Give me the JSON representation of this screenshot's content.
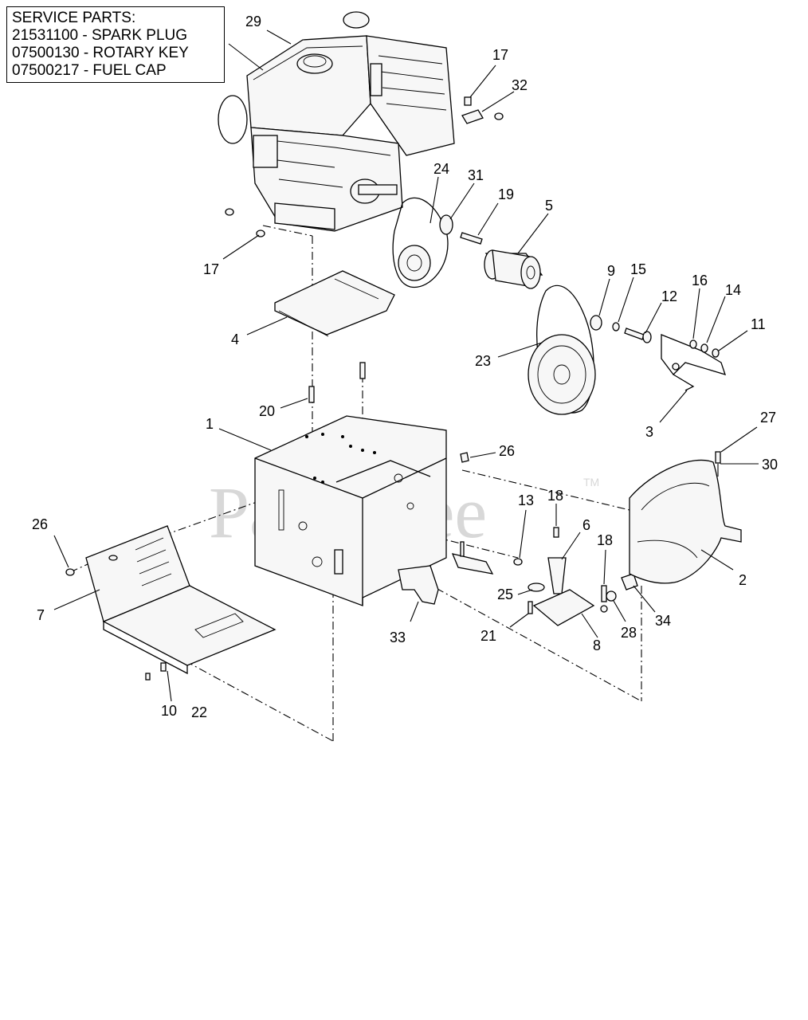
{
  "service_parts": {
    "heading": "SERVICE PARTS:",
    "items": [
      "21531100 - SPARK PLUG",
      "07500130 - ROTARY KEY",
      "07500217 - FUEL CAP"
    ]
  },
  "watermark": {
    "text": "PartsTree",
    "tm": "TM"
  },
  "callouts": {
    "c29": "29",
    "c17a": "17",
    "c32": "32",
    "c24": "24",
    "c31": "31",
    "c19": "19",
    "c5": "5",
    "c17b": "17",
    "c9": "9",
    "c15": "15",
    "c16": "16",
    "c14": "14",
    "c12": "12",
    "c11": "11",
    "c4": "4",
    "c23": "23",
    "c3": "3",
    "c20": "20",
    "c1": "1",
    "c27": "27",
    "c26a": "26",
    "c30": "30",
    "c26b": "26",
    "c13": "13",
    "c18a": "18",
    "c6": "6",
    "c18b": "18",
    "c2": "2",
    "c7": "7",
    "c25": "25",
    "c34": "34",
    "c28": "28",
    "c21": "21",
    "c33": "33",
    "c8": "8",
    "c10": "10",
    "c22": "22"
  }
}
